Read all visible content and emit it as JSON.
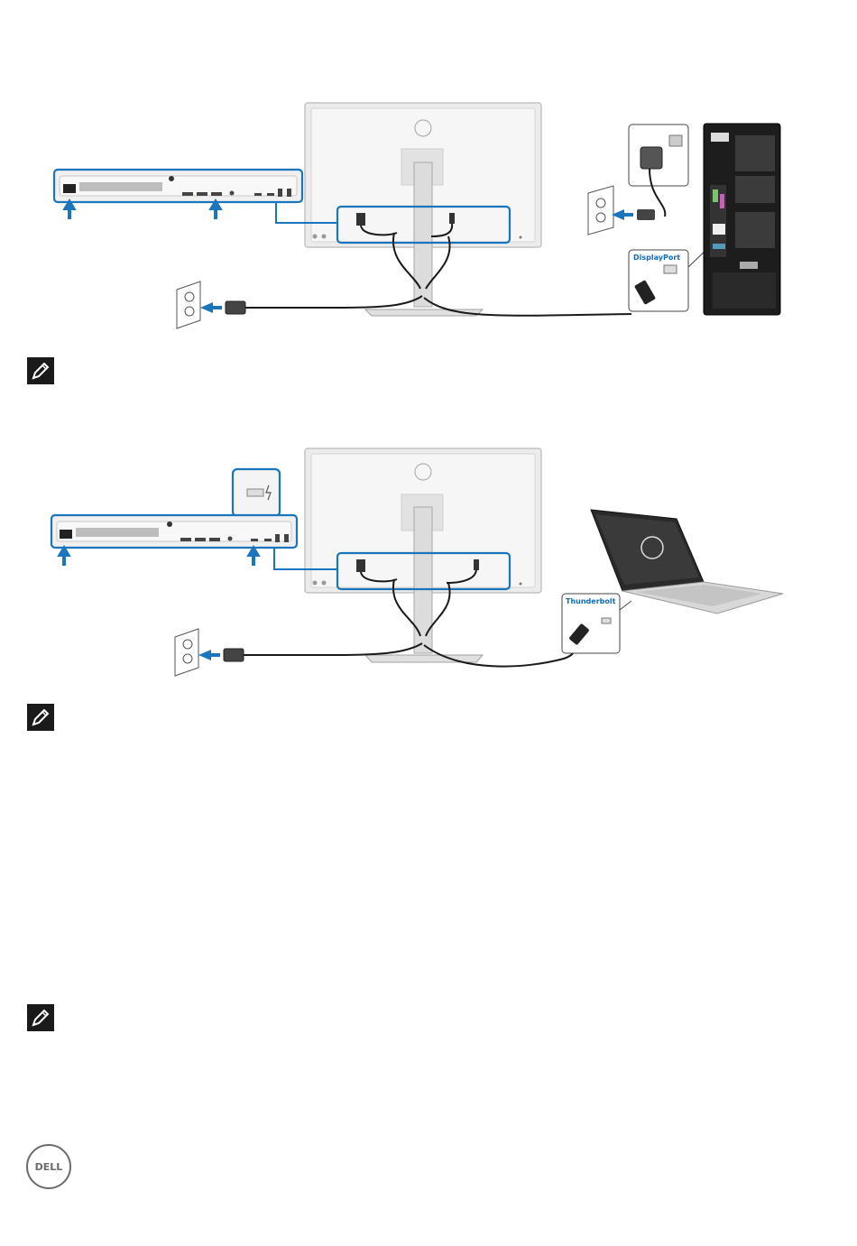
{
  "figure1": {
    "displayport_label": "DisplayPort"
  },
  "figure2": {
    "thunderbolt_label": "Thunderbolt"
  },
  "notes": [
    {
      "icon": "pencil-note-icon"
    },
    {
      "icon": "pencil-note-icon"
    },
    {
      "icon": "pencil-note-icon"
    }
  ],
  "footer": {
    "logo_text": "DELL",
    "logo_icon": "dell-logo-icon"
  },
  "colors": {
    "accent_blue": "#1a75bc",
    "label_blue": "#0a6ebd",
    "monitor_silver": "#e8e8e8",
    "cable_black": "#1a1a1a"
  }
}
